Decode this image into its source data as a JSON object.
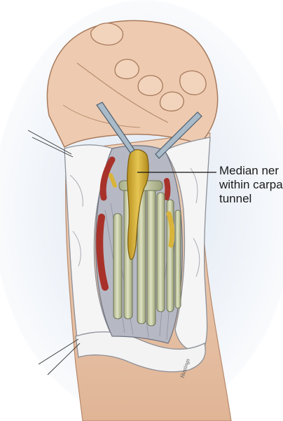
{
  "illustration": {
    "palette": {
      "background_glow": "#dde6f2",
      "skin": "#ecc9ae",
      "skin_shadow": "#c99a7a",
      "drape": "#f4f4f4",
      "drape_shadow": "#c9ccd2",
      "tendon": "#c9cfa6",
      "tendon_shadow": "#8f9670",
      "nerve": "#d9b43a",
      "vessel": "#a8322a",
      "muscle": "#b9bcc7",
      "retractor": "#a9bac9"
    }
  },
  "callout": {
    "lines": [
      "Median ner",
      "within carpa",
      "tunnel"
    ]
  },
  "signature_text": "Hastings"
}
